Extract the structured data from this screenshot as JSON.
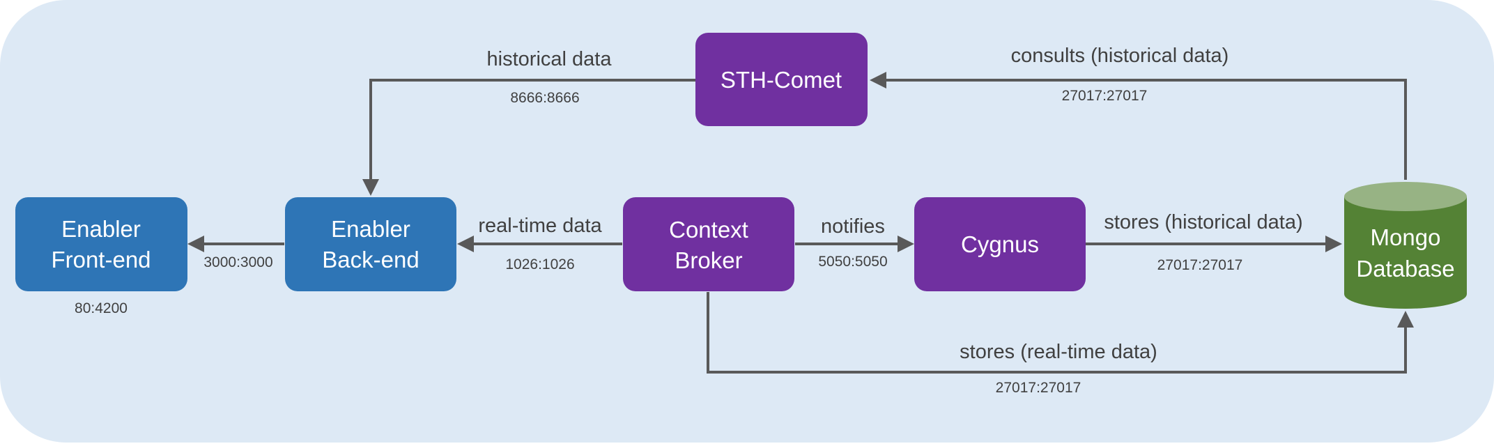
{
  "colors": {
    "background": "#dde9f5",
    "blue_node": "#2e75b6",
    "purple_node": "#7030a0",
    "db_body": "#548235",
    "db_top": "#97b384",
    "arrow": "#595959",
    "text_dark": "#404040",
    "text_light": "#ffffff"
  },
  "nodes": {
    "front_end": {
      "lines": [
        "Enabler",
        "Front-end"
      ],
      "port": "80:4200"
    },
    "back_end": {
      "lines": [
        "Enabler",
        "Back-end"
      ]
    },
    "context_broker": {
      "lines": [
        "Context",
        "Broker"
      ]
    },
    "cygnus": {
      "lines": [
        "Cygnus"
      ]
    },
    "sth_comet": {
      "lines": [
        "STH-Comet"
      ]
    },
    "mongo": {
      "lines": [
        "Mongo",
        "Database"
      ]
    }
  },
  "edges": {
    "backend_to_frontend": {
      "label": "",
      "port": "3000:3000"
    },
    "broker_to_backend": {
      "label": "real-time data",
      "port": "1026:1026"
    },
    "broker_to_cygnus": {
      "label": "notifies",
      "port": "5050:5050"
    },
    "cygnus_to_mongo": {
      "label": "stores (historical data)",
      "port": "27017:27017"
    },
    "mongo_to_comet": {
      "label": "consults (historical data)",
      "port": "27017:27017"
    },
    "comet_to_backend": {
      "label": "historical data",
      "port": "8666:8666"
    },
    "broker_to_mongo": {
      "label": "stores (real-time data)",
      "port": "27017:27017"
    }
  }
}
